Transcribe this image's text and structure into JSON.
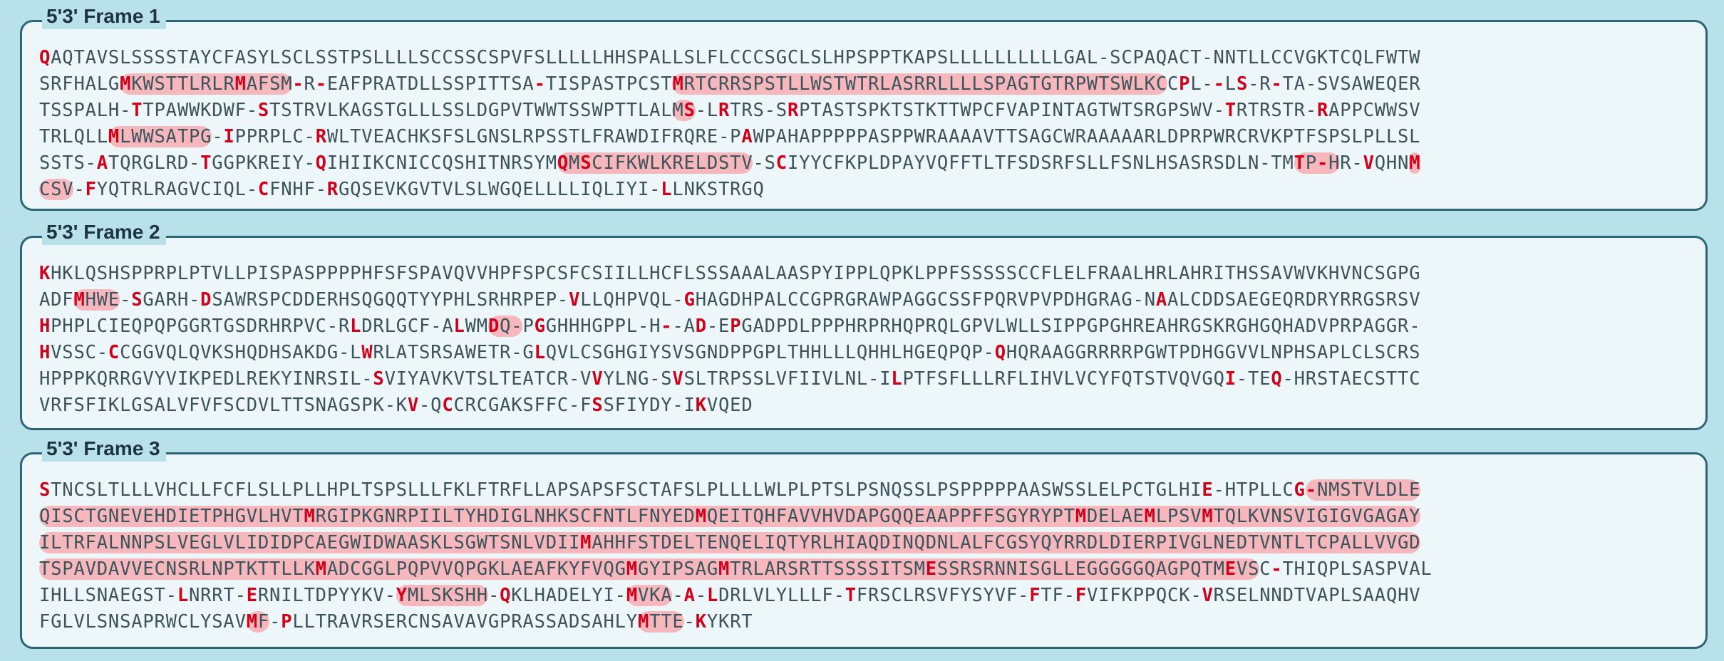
{
  "colors": {
    "background": "#b9e1ea",
    "panel": "#edf6f9",
    "panel_border": "#2c6577",
    "title_text": "#1d3540",
    "sequence_text": "#3d535c",
    "residue_marker": "#d0021b",
    "orf_highlight": "#f6b8bd"
  },
  "frames": [
    {
      "title": "5'3' Frame 1",
      "lines": [
        "QAQTAVSLSSSSTAYCFASYLSCLSSTPSLLLLSCCSSCSPVFSLLLLLHHSPALLSLFLCCCSGCLSLHPSPPTKAPSLLLLLLLLLLGAL-SCPAQACT-NNTLLCCVGKTCQLFWTW",
        "SRFHALGMKWSTTLRLRMAFSM-R-EAFPRATDLLSSPITTSA-TISPASTPCSTMRTCRRSPSTLLWSTWTRLASRRLLLLSPAGTGTRPWTSWLKCCPL--LS-R-TA-SVSAWEQER",
        "TSSPALH-TTPAWWKDWF-STSTRVLKAGSTGLLLSSLDGPVTWWTSSWPTTLALMS-LRTRS-SRPTASTSPKTSTKTTWPCFVAPINTAGTWTSRGPSWV-TRTRSTR-RAPPCWWSV",
        "TRLQLLMLWWSATPG-IPPRPLC-RWLTVEACHKSFSLGNSLRPSSTLFRAWDIFRQRE-PAWPAHAPPPPPASPPWRAAAAVTTSAGCWRAAAAARLDPRPWRCRVKPTFSPSLPLLSL",
        "SSTS-ATQRGLRD-TGGPKREIY-QIHIIKCNICCQSHITNRSYMQMSCIFKWLKRELDSTV-SCIYYCFKPLDPAYVQFFTLTFSDSRFSLLFSNLHSASRSDLN-TMTP-HR-VQHNM",
        "CSV-FYQTRLRAGVCIQL-CFNHF-RGQSEVKGVTVLSLWGQELLLLIQLIYI-LLNKSTRGQ"
      ],
      "markers": [
        [
          0
        ],
        [
          7,
          17,
          22,
          24,
          43,
          55,
          99,
          102,
          104,
          107
        ],
        [
          8,
          19,
          56,
          59,
          65,
          103,
          111
        ],
        [
          6,
          16,
          24,
          61
        ],
        [
          5,
          14,
          24,
          45,
          47,
          64,
          109,
          111,
          115,
          119
        ],
        [
          4,
          19,
          25,
          54
        ]
      ],
      "highlights": [
        [],
        [
          [
            7,
            21
          ],
          [
            55,
            97
          ]
        ],
        [
          [
            55,
            56
          ]
        ],
        [
          [
            6,
            14
          ]
        ],
        [
          [
            45,
            61
          ],
          [
            109,
            112
          ],
          [
            119,
            119
          ]
        ],
        [
          [
            0,
            2
          ]
        ]
      ]
    },
    {
      "title": "5'3' Frame 2",
      "lines": [
        "KHKLQSHSPPRPLPTVLLPISPASPPPPHFSFSPAVQVVHPFSPCSFCSIILLHCFLSSSAAALAASPYIPPLQPKLPPFSSSSSCCFLELFRAALHRLAHRITHSSAVWVKHVNCSGPG",
        "ADFMHWE-SGARH-DSAWRSPCDDERHSQGQQTYYPHLSRHRPEP-VLLQHPVQL-GHAGDHPALCCGPRGRAWPAGGCSSFPQRVPVPDHGRAG-NAALCDDSAEGEQRDRYRRGSRSV",
        "HPHPLCIEQPQPGGRTGSDRHRPVC-RLDRLGCF-ALWMDQ-PGGHHHGPPL-H--AD-EPGADPDLPPPHRPRHQPRQLGPVLWLLSIPPGPGHREAHRGSKRGHGQHADVPRPAGGR-",
        "HVSSC-CCGGVQLQVKSHQDHSAKDG-LWRLATSRSAWETR-GLQVLCSGHGIYSVSGNDPPGPLTHHLLLQHHLHGEQPQP-QHQRAAGGRRRRPGWTPDHGGVVLNPHSAPLCLSCRS",
        "HPPPKQRRGVYVIKPEDLREKYINRSIL-SVIYAVKVTSLTEATCR-VVYLNG-SVSLTRPSSLVFIIVLNL-ILPTFSFLLLRFLIHVLVCYFQTSTVQVGQI-TEQ-HRSTAECSTTC",
        "VRFSFIKLGSALVFVFSCDVLTTSNAGSPK-KV-QCCRCGAKSFFC-FSSFIYDY-IKVQED"
      ],
      "markers": [
        [
          0
        ],
        [
          3,
          8,
          14,
          46,
          56,
          97
        ],
        [
          0,
          27,
          36,
          39,
          43,
          54,
          57,
          60
        ],
        [
          0,
          6,
          28,
          43,
          83
        ],
        [
          29,
          48,
          55,
          74,
          103,
          107
        ],
        [
          32,
          35,
          48,
          57
        ]
      ],
      "highlights": [
        [],
        [
          [
            3,
            6
          ]
        ],
        [
          [
            39,
            41
          ]
        ],
        [],
        [],
        []
      ]
    },
    {
      "title": "5'3' Frame 3",
      "lines": [
        "STNCSLTLLLVHCLLFCFLSLLPLLHPLTSPSLLLFKLFTRFLLAPSAPSFSCTAFSLPLLLLWLPLPTSLPSNQSSLPSPPPPPAASWSSLELPCTGLHIE-HTPLLCG-NMSTVLDLE",
        "QISCTGNEVEHDIETPHGVLHVTMRGIPKGNRPIILTYHDIGLNHKSCFNTLFNYEDMQEITQHFAVVHVDAPGQQEAAPPFFSGYRYPTMDELAEMLPSVMTQLKVNSVIGIGVGAGAY",
        "ILTRFALNNPSLVEGLVLIDIDPCAEGWIDWAASKLSGWTSNLVDIIMAHHFSTDELTENQELIQTYRLHIAQDINQDNLALFCGSYQYRRDLDIERPIVGLNEDTVNTLTCPALLVVGD",
        "TSPAVDAVVECNSRLNPTKTTLLKMADCGGLPQPVVQPGKLAEAFKYFVQGMGYIPSAGMTRLARSRTTSSSSITSMESSRSRNNISGLLEGGGGGQAGPQTMEVSC-THIQPLSASPVAL",
        "IHLLSNAEGST-LNRRT-ERNILTDPYYKV-YMLSKSHH-QKLHADELYI-MVKA-A-LDRLVLYLLLF-TFRSCLRSVFYSYVF-FTF-FVIFKPPQCK-VRSELNNDTVAPLSAAQHV",
        "FGLVLSNSAPRWCLYSAVMF-PLLTRAVRSERCNSAVAVGPRASSADSAHLYMTTE-KYKRT"
      ],
      "markers": [
        [
          0,
          101,
          109,
          110
        ],
        [
          23,
          57,
          90,
          96,
          101
        ],
        [
          47
        ],
        [
          24,
          51,
          59,
          77,
          103,
          107
        ],
        [
          12,
          18,
          31,
          40,
          51,
          56,
          58,
          70,
          86,
          90,
          101
        ],
        [
          18,
          21,
          52,
          57
        ]
      ],
      "highlights": [
        [
          [
            110,
            119
          ]
        ],
        [
          [
            0,
            119
          ]
        ],
        [
          [
            0,
            119
          ]
        ],
        [
          [
            0,
            105
          ]
        ],
        [
          [
            31,
            38
          ],
          [
            51,
            54
          ]
        ],
        [
          [
            18,
            19
          ],
          [
            52,
            55
          ]
        ]
      ]
    }
  ]
}
